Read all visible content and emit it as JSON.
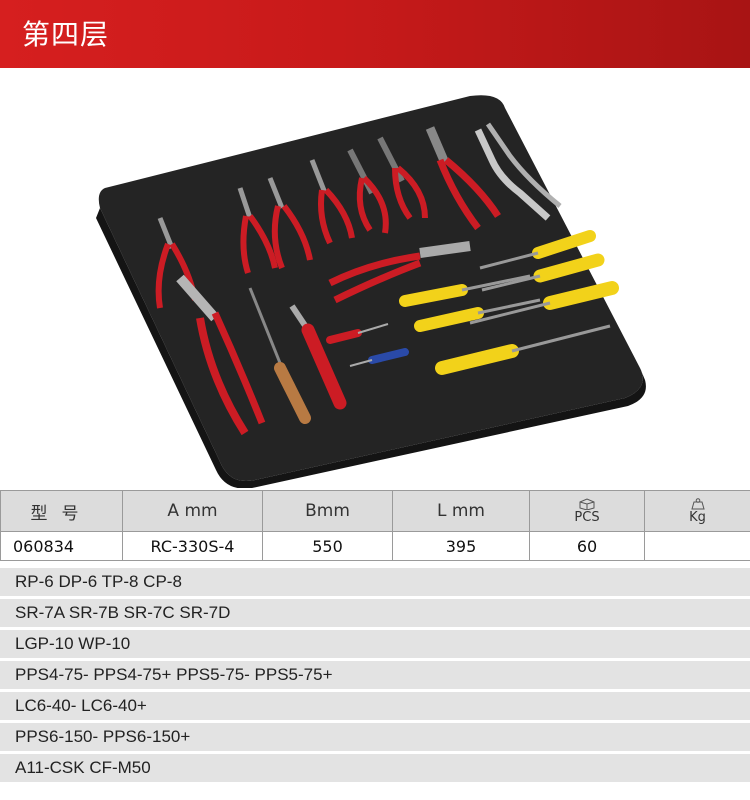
{
  "header": {
    "title": "第四层"
  },
  "spec_table": {
    "headers": [
      "型号",
      "A mm",
      "Bmm",
      "L mm",
      "PCS",
      "Kg"
    ],
    "row": [
      "060834",
      "RC-330S-4",
      "550",
      "395",
      "60",
      ""
    ]
  },
  "part_lists": [
    "RP-6 DP-6 TP-8 CP-8",
    "SR-7A SR-7B SR-7C SR-7D",
    "LGP-10 WP-10",
    "PPS4-75- PPS4-75+ PPS5-75- PPS5-75+",
    "LC6-40- LC6-40+",
    "PPS6-150- PPS6-150+",
    "A11-CSK CF-M50"
  ],
  "colors": {
    "header_red": "#c81a1a",
    "handle_red": "#cc1c24",
    "handle_yellow": "#f2d21a",
    "foam": "#232323"
  }
}
